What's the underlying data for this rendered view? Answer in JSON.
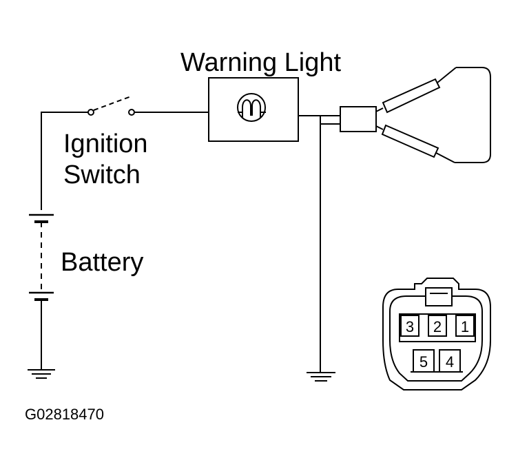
{
  "labels": {
    "warning_light": "Warning Light",
    "ignition_line1": "Ignition",
    "ignition_line2": "Switch",
    "battery": "Battery",
    "figure_code": "G02818470"
  },
  "connector_pins": [
    "3",
    "2",
    "1",
    "5",
    "4"
  ],
  "colors": {
    "line": "#000000",
    "background": "#ffffff"
  }
}
